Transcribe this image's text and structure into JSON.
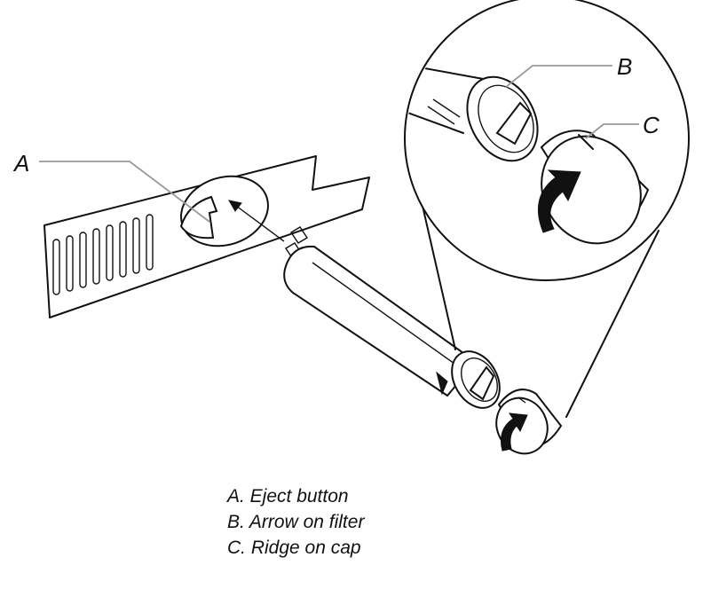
{
  "callouts": {
    "a": "A",
    "b": "B",
    "c": "C"
  },
  "legend": [
    "A. Eject button",
    "B. Arrow on filter",
    "C. Ridge on cap"
  ]
}
